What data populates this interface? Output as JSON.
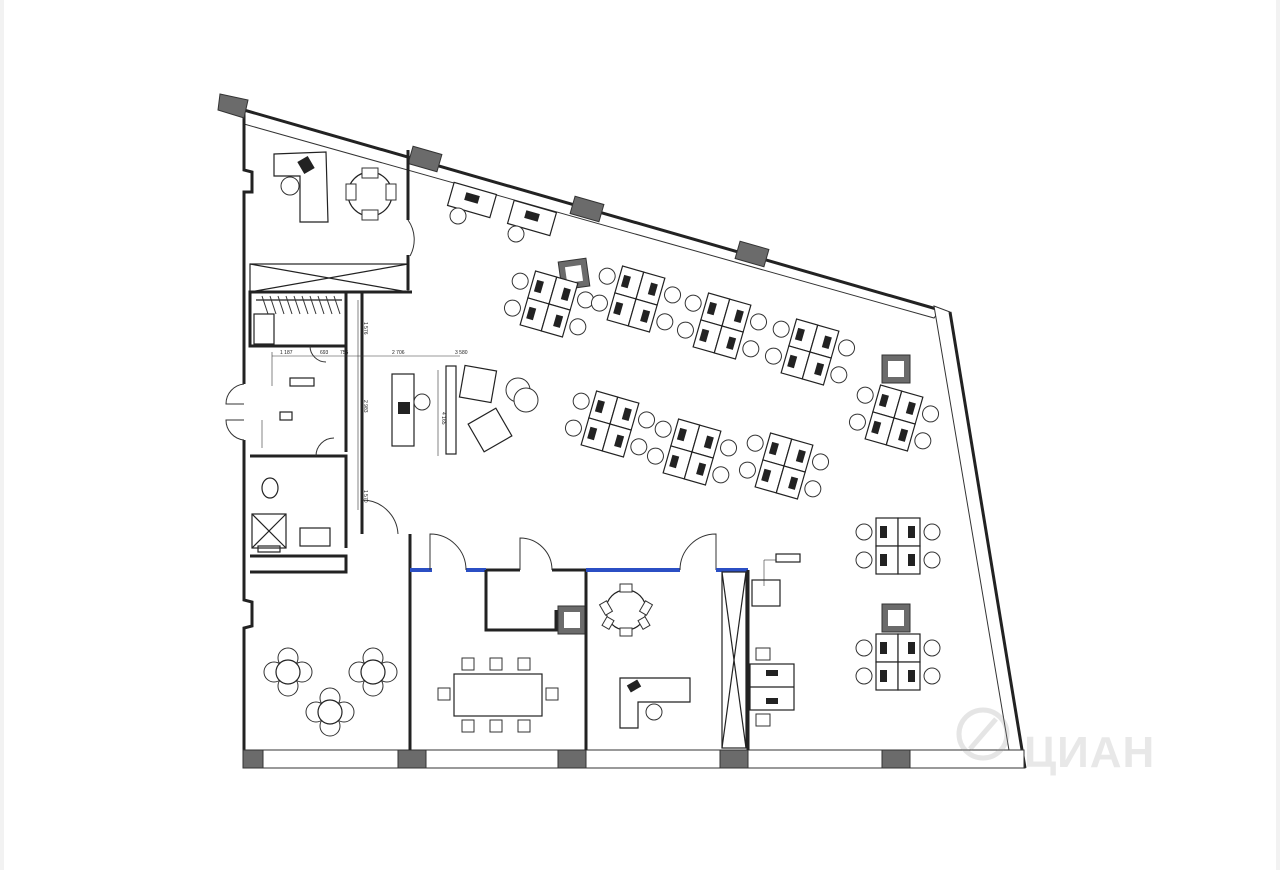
{
  "labels": {
    "reception_tag": "",
    "wc_tag": "",
    "shower_tag": "",
    "server_tag": ""
  },
  "dimensions": [
    "1 187",
    "693",
    "755",
    "2 706",
    "3 580",
    "1 576",
    "2 983",
    "4 165",
    "1 570"
  ],
  "watermark": {
    "text": "ЦИАН"
  },
  "colors": {
    "wall": "#222222",
    "pillar": "#6b6b6b",
    "glass_partition": "#2b4fc4",
    "background": "#ffffff"
  }
}
